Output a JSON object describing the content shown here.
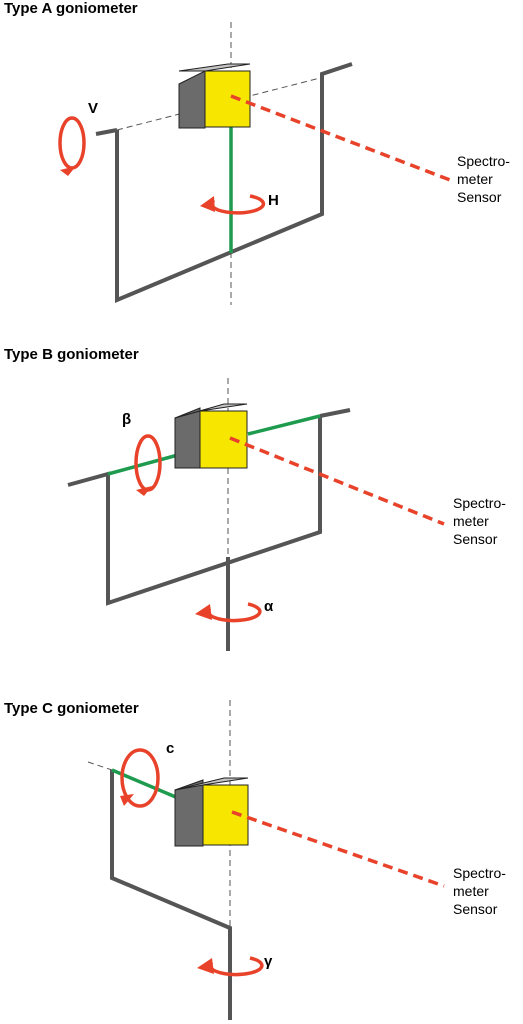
{
  "colors": {
    "frame": "#555555",
    "axis_active": "#1f9b4f",
    "arrow": "#e8432a",
    "cube_face": "#f6e600",
    "cube_side": "#6b6b6b",
    "cube_top": "#c4c4c4"
  },
  "panels": [
    {
      "title": "Type A goniometer",
      "rotations": [
        "V",
        "H"
      ],
      "sensor_label": [
        "Spectro-",
        "meter",
        "Sensor"
      ]
    },
    {
      "title": "Type B goniometer",
      "rotations": [
        "β",
        "α"
      ],
      "sensor_label": [
        "Spectro-",
        "meter",
        "Sensor"
      ]
    },
    {
      "title": "Type C goniometer",
      "rotations": [
        "c",
        "γ"
      ],
      "sensor_label": [
        "Spectro-",
        "meter",
        "Sensor"
      ]
    }
  ]
}
